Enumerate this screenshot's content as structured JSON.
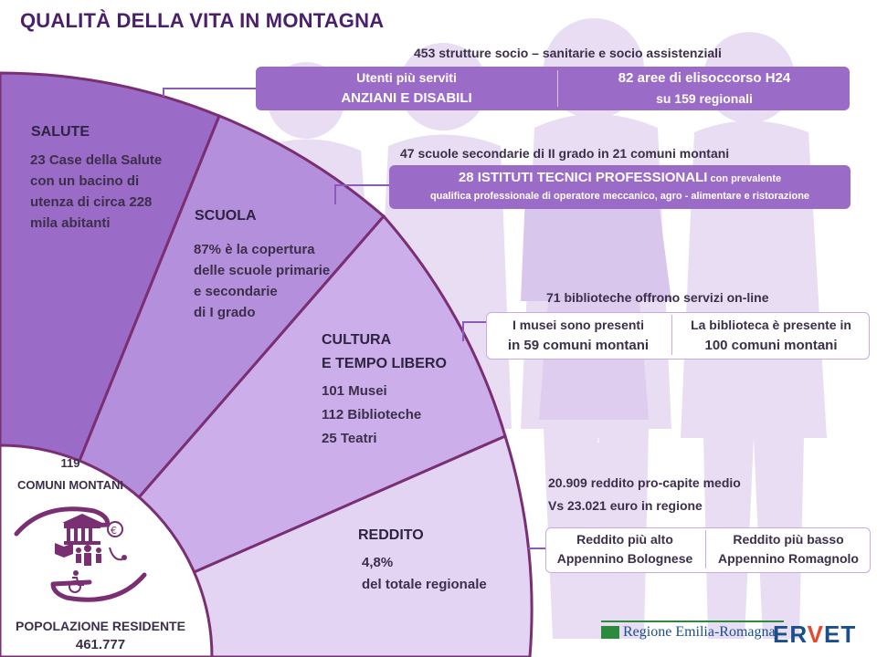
{
  "title": "QUALITÀ DELLA VITA IN MONTAGNA",
  "colors": {
    "band1": "#9b6bc8",
    "band2": "#b48fdb",
    "band3": "#c9abe8",
    "band4": "#dcc9f2",
    "people": "#e8ddf3",
    "outline": "#7a2f72"
  },
  "salute": {
    "heading": "SALUTE",
    "text_1": "23 Case della Salute",
    "text_2": "con un bacino di",
    "text_3": "utenza di circa 228",
    "text_4": "mila abitanti",
    "strutture": "453 strutture socio – sanitarie e socio assistenziali",
    "box_left_1": "Utenti più serviti",
    "box_left_2": "ANZIANI E DISABILI",
    "box_right_1": "82 aree di elisoccorso H24",
    "box_right_2": "su 159 regionali"
  },
  "scuola": {
    "heading": "SCUOLA",
    "text_1": "87% è la copertura",
    "text_2": "delle scuole primarie",
    "text_3": "e secondarie",
    "text_4": "di I grado",
    "scuole": "47 scuole secondarie di II grado in 21 comuni montani",
    "box_line_1_bold": "28 ISTITUTI TECNICI PROFESSIONALI",
    "box_line_1_rest": " con prevalente",
    "box_line_2": "qualifica professionale di operatore meccanico, agro - alimentare e ristorazione"
  },
  "cultura": {
    "heading_1": "CULTURA",
    "heading_2": "E TEMPO LIBERO",
    "musei": "101 Musei",
    "biblioteche": "112 Biblioteche",
    "teatri": "25 Teatri",
    "online": "71 biblioteche offrono servizi on-line",
    "box_left_1": "I musei sono presenti",
    "box_left_2": "in 59 comuni  montani",
    "box_right_1": "La biblioteca è presente in",
    "box_right_2": "100 comuni  montani"
  },
  "reddito": {
    "heading": "REDDITO",
    "value": "4,8%",
    "value_sub": "del totale regionale",
    "procapite": "20.909 reddito pro-capite medio",
    "vs": "Vs 23.021 euro in regione",
    "box_left_1": "Reddito più alto",
    "box_left_2": "Appennino Bolognese",
    "box_right_1": "Reddito più basso",
    "box_right_2": "Appennino Romagnolo"
  },
  "comuni": {
    "count": "119",
    "label": "COMUNI MONTANI"
  },
  "popolazione": {
    "label": "POPOLAZIONE RESIDENTE",
    "value": "461.777"
  },
  "logos": {
    "regione": "Regione Emilia-Romagna",
    "ervet_1": "ER",
    "ervet_v": "V",
    "ervet_2": "ET",
    "ervet_icon": "hands-services-icon"
  }
}
